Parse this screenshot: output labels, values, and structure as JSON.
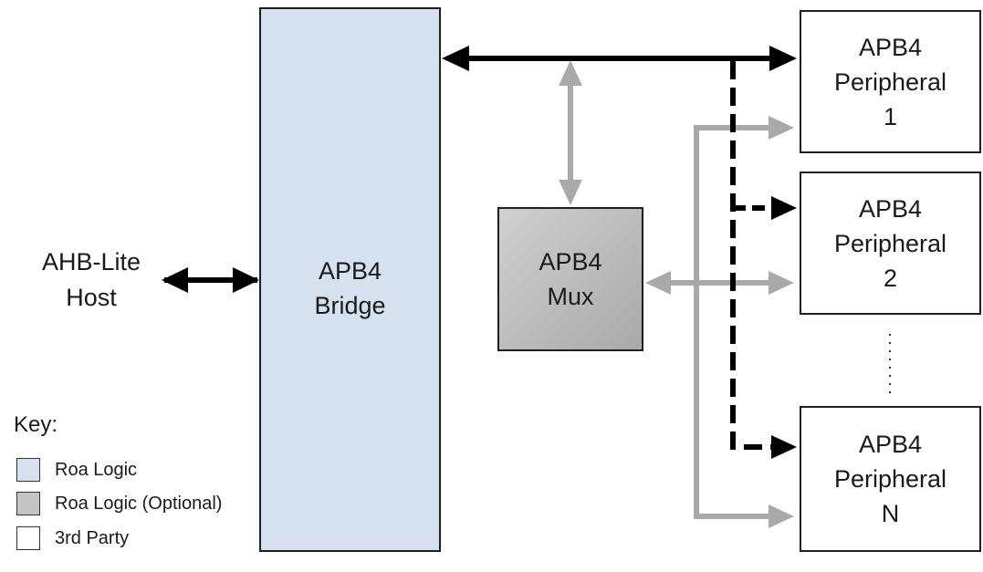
{
  "host": {
    "line1": "AHB-Lite",
    "line2": "Host"
  },
  "bridge": {
    "line1": "APB4",
    "line2": "Bridge"
  },
  "mux": {
    "line1": "APB4",
    "line2": "Mux"
  },
  "peripherals": [
    {
      "line1": "APB4",
      "line2": "Peripheral",
      "line3": "1"
    },
    {
      "line1": "APB4",
      "line2": "Peripheral",
      "line3": "2"
    },
    {
      "line1": "APB4",
      "line2": "Peripheral",
      "line3": "N"
    }
  ],
  "key": {
    "title": "Key:",
    "items": [
      {
        "label": "Roa Logic",
        "color": "#d5e1ef"
      },
      {
        "label": "Roa Logic (Optional)",
        "color": "#c4c4c4"
      },
      {
        "label": "3rd Party",
        "color": "#ffffff"
      }
    ]
  },
  "colors": {
    "bus_main": "#000000",
    "bus_mux": "#a9a9a9",
    "bridge_fill": "#d5e1ef",
    "border": "#1f1f1f"
  }
}
